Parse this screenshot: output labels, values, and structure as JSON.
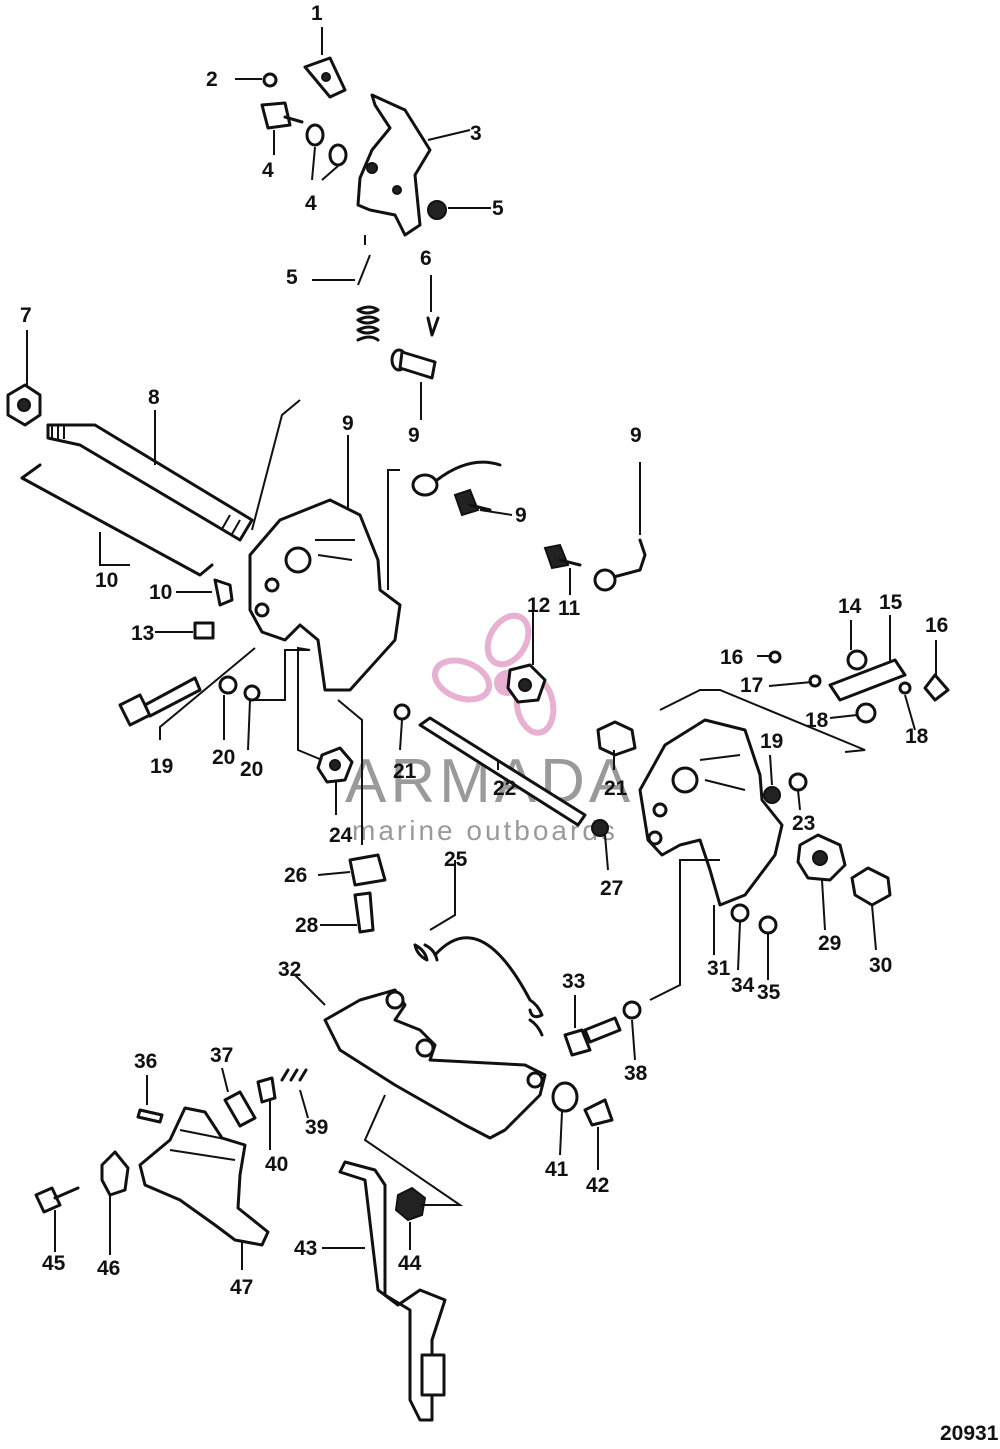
{
  "figure_number": "20931",
  "watermark": {
    "brand": "ARMADA",
    "tagline": "marine outboards",
    "logo_color": "#e4a3c9"
  },
  "callouts": [
    "1",
    "2",
    "3",
    "4",
    "4",
    "5",
    "5",
    "6",
    "7",
    "8",
    "9",
    "9",
    "9",
    "9",
    "10",
    "10",
    "11",
    "12",
    "13",
    "14",
    "15",
    "16",
    "16",
    "17",
    "18",
    "18",
    "19",
    "19",
    "20",
    "20",
    "21",
    "21",
    "22",
    "23",
    "24",
    "25",
    "26",
    "27",
    "28",
    "29",
    "30",
    "31",
    "32",
    "33",
    "34",
    "35",
    "36",
    "37",
    "38",
    "39",
    "40",
    "41",
    "42",
    "43",
    "44",
    "45",
    "46",
    "47"
  ]
}
